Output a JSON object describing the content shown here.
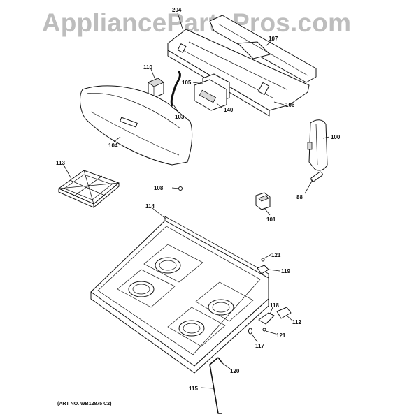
{
  "watermark": "AppliancePartsPros.com",
  "art_number": "(ART NO. WB12875 C2)",
  "callouts": {
    "p204": "204",
    "p107": "107",
    "p110": "110",
    "p105": "105",
    "p140": "140",
    "p106": "106",
    "p103": "103",
    "p104": "104",
    "p100": "100",
    "p113": "113",
    "p108": "108",
    "p88": "88",
    "p114": "114",
    "p101": "101",
    "p121a": "121",
    "p119": "119",
    "p118": "118",
    "p112": "112",
    "p121b": "121",
    "p117": "117",
    "p120": "120",
    "p115": "115"
  }
}
